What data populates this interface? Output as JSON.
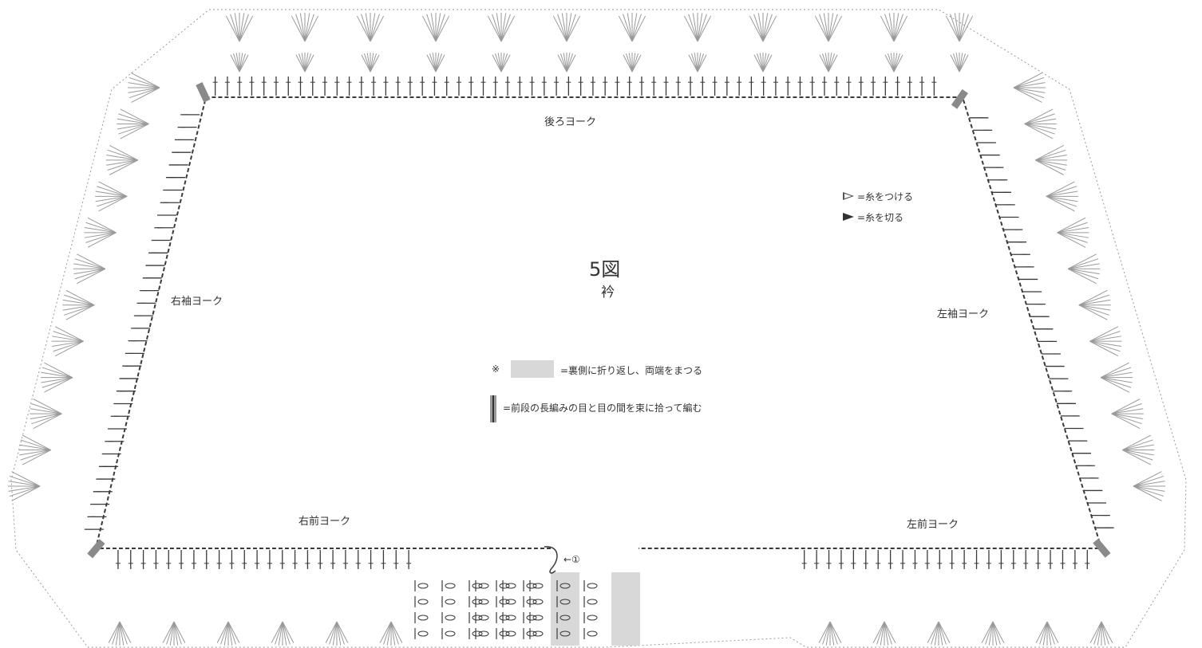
{
  "diagram": {
    "title_number": "5図",
    "title_sub": "衿",
    "labels": {
      "back_yoke": "後ろヨーク",
      "right_sleeve_yoke": "右袖ヨーク",
      "left_sleeve_yoke": "左袖ヨーク",
      "right_front_yoke": "右前ヨーク",
      "left_front_yoke": "左前ヨーク",
      "start_marker": "←①"
    },
    "legend": {
      "attach_yarn": "=糸をつける",
      "cut_yarn": "=糸を切る",
      "note_symbol": "※",
      "fold_note": "=裏側に折り返し、両端をまつる",
      "bundle_note": "=前段の長編みの目と目の間を束に拾って編む"
    },
    "colors": {
      "line": "#3a3a3a",
      "light_line": "#9a9a9a",
      "shade": "#d8d8d8",
      "marker": "#8a8a8a"
    }
  }
}
